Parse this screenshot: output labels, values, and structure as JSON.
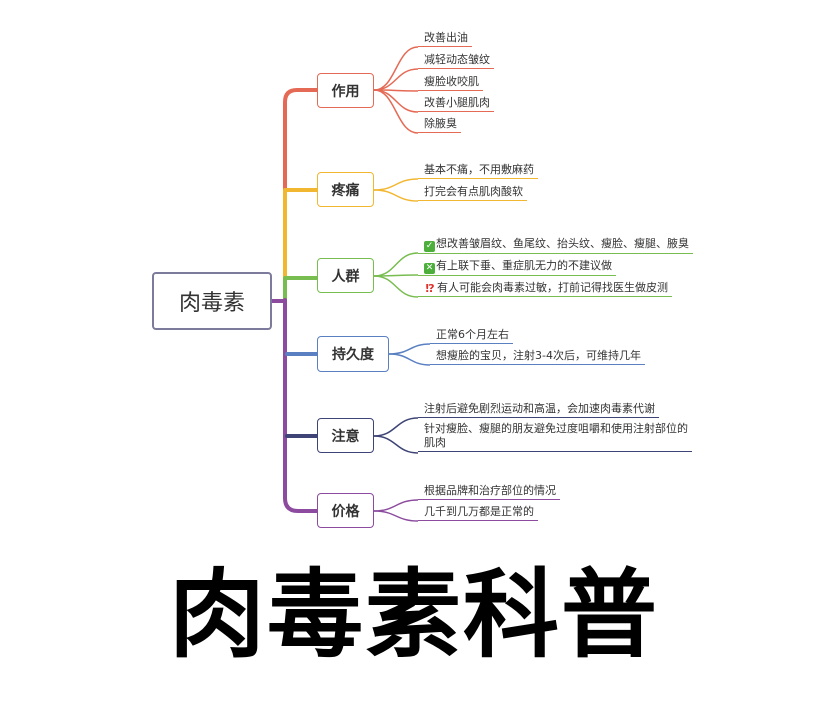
{
  "central": {
    "label": "肉毒素"
  },
  "branches": [
    {
      "label": "作用",
      "color": "#e56a55",
      "leaves": [
        {
          "text": "改善出油"
        },
        {
          "text": "减轻动态皱纹"
        },
        {
          "text": "瘦脸收咬肌"
        },
        {
          "text": "改善小腿肌肉"
        },
        {
          "text": "除腋臭"
        }
      ]
    },
    {
      "label": "疼痛",
      "color": "#f2b731",
      "leaves": [
        {
          "text": "基本不痛，不用敷麻药"
        },
        {
          "text": "打完会有点肌肉酸软"
        }
      ]
    },
    {
      "label": "人群",
      "color": "#78bd4f",
      "leaves": [
        {
          "icon": "check-icon",
          "text": "想改善皱眉纹、鱼尾纹、抬头纹、瘦脸、瘦腿、腋臭"
        },
        {
          "icon": "cross-mark-icon",
          "text": "有上联下垂、重症肌无力的不建议做"
        },
        {
          "icon": "exclamation-question-icon",
          "text": "有人可能会肉毒素过敏，打前记得找医生做皮测"
        }
      ]
    },
    {
      "label": "持久度",
      "color": "#5a80c2",
      "leaves": [
        {
          "text": "正常6个月左右"
        },
        {
          "text": "想瘦脸的宝贝，注射3-4次后，可维持几年"
        }
      ]
    },
    {
      "label": "注意",
      "color": "#3e4475",
      "leaves": [
        {
          "text": "注射后避免剧烈运动和高温，会加速肉毒素代谢"
        },
        {
          "text": "针对瘦脸、瘦腿的朋友避免过度咀嚼和使用注射部位的肌肉"
        }
      ]
    },
    {
      "label": "价格",
      "color": "#8c4b9e",
      "leaves": [
        {
          "text": "根据品牌和治疗部位的情况"
        },
        {
          "text": "几千到几万都是正常的"
        }
      ]
    }
  ],
  "title": "肉毒素科普"
}
